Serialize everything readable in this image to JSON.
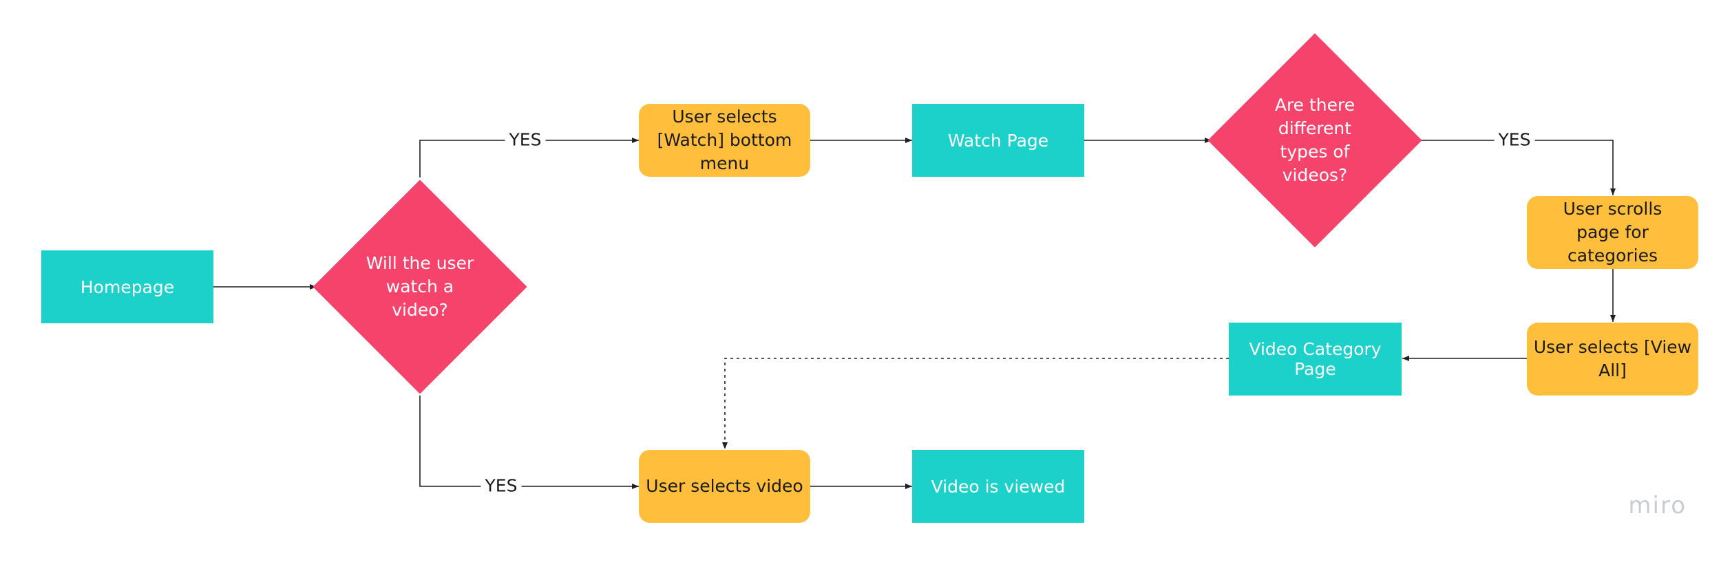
{
  "nodes": {
    "homepage": "Homepage",
    "decision_watch": "Will the user watch a video?",
    "select_watch_menu": "User selects [Watch] bottom menu",
    "watch_page": "Watch Page",
    "decision_types": "Are there different types of videos?",
    "scroll_categories": "User scrolls page for categories",
    "select_view_all": "User selects [View All]",
    "video_category_page": "Video Category Page",
    "select_video": "User selects video",
    "video_viewed": "Video is viewed"
  },
  "edge_labels": {
    "yes_top": "YES",
    "yes_bottom": "YES",
    "yes_right": "YES"
  },
  "brand": {
    "logo_text": "miro"
  },
  "colors": {
    "process_teal": "#1BD1C9",
    "action_orange": "#FFBE3C",
    "decision_pink": "#F5436B"
  }
}
